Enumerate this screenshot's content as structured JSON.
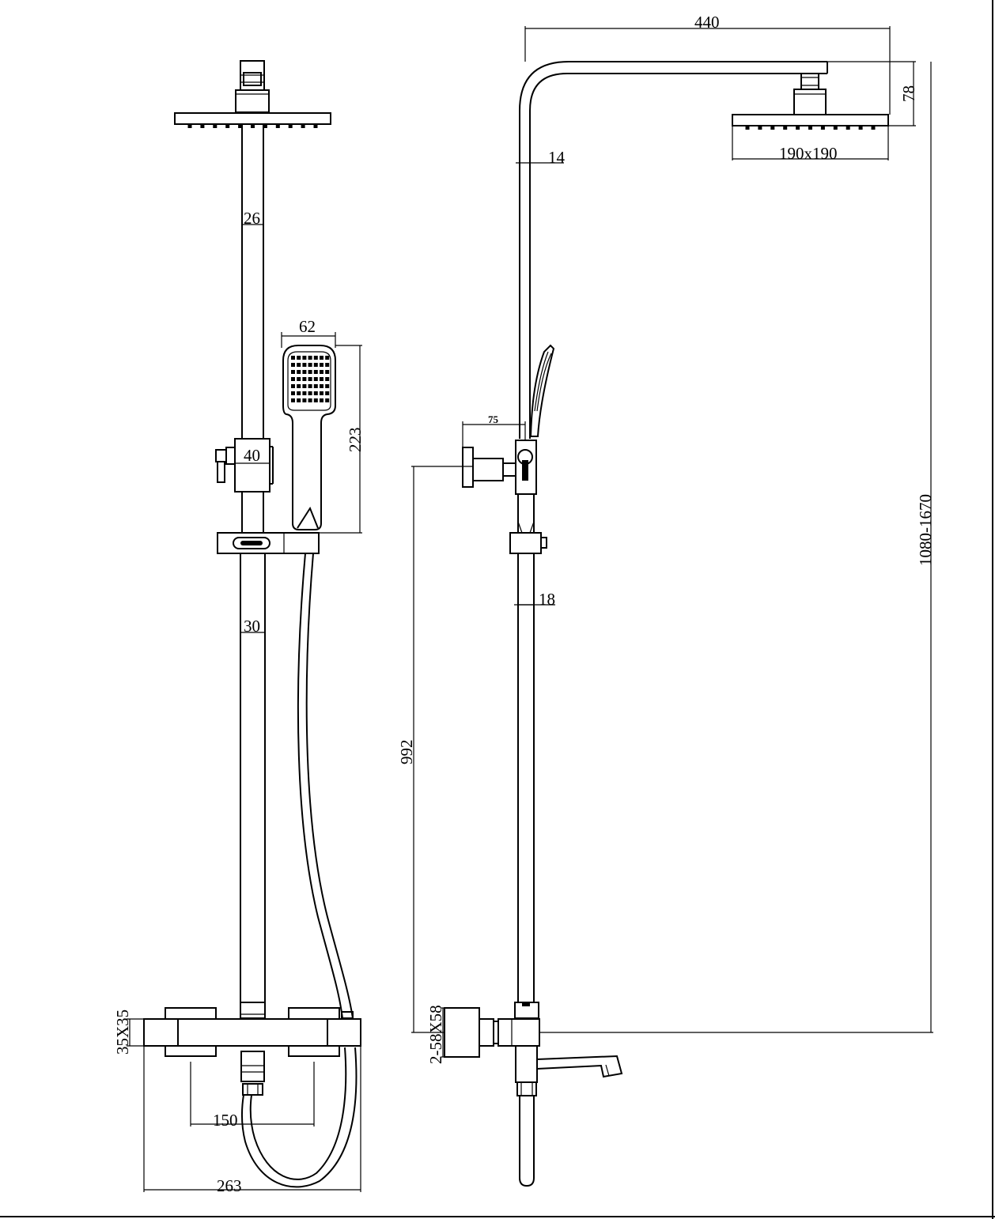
{
  "dimensions": {
    "arm_length": "440",
    "head_height": "78",
    "head_size": "190x190",
    "pipe_upper_diameter": "14",
    "pipe_front_width_top": "26",
    "handshower_width": "62",
    "handshower_length": "223",
    "diverter_width": "40",
    "wall_bracket_depth": "75",
    "pipe_front_width_bottom": "30",
    "pipe_lower_diameter": "18",
    "height_range": "1080-1670",
    "mixer_to_bracket": "992",
    "mixer_body_section": "35X35",
    "wall_flange_size": "2-58X58",
    "inlet_centres": "150",
    "mixer_width": "263"
  }
}
